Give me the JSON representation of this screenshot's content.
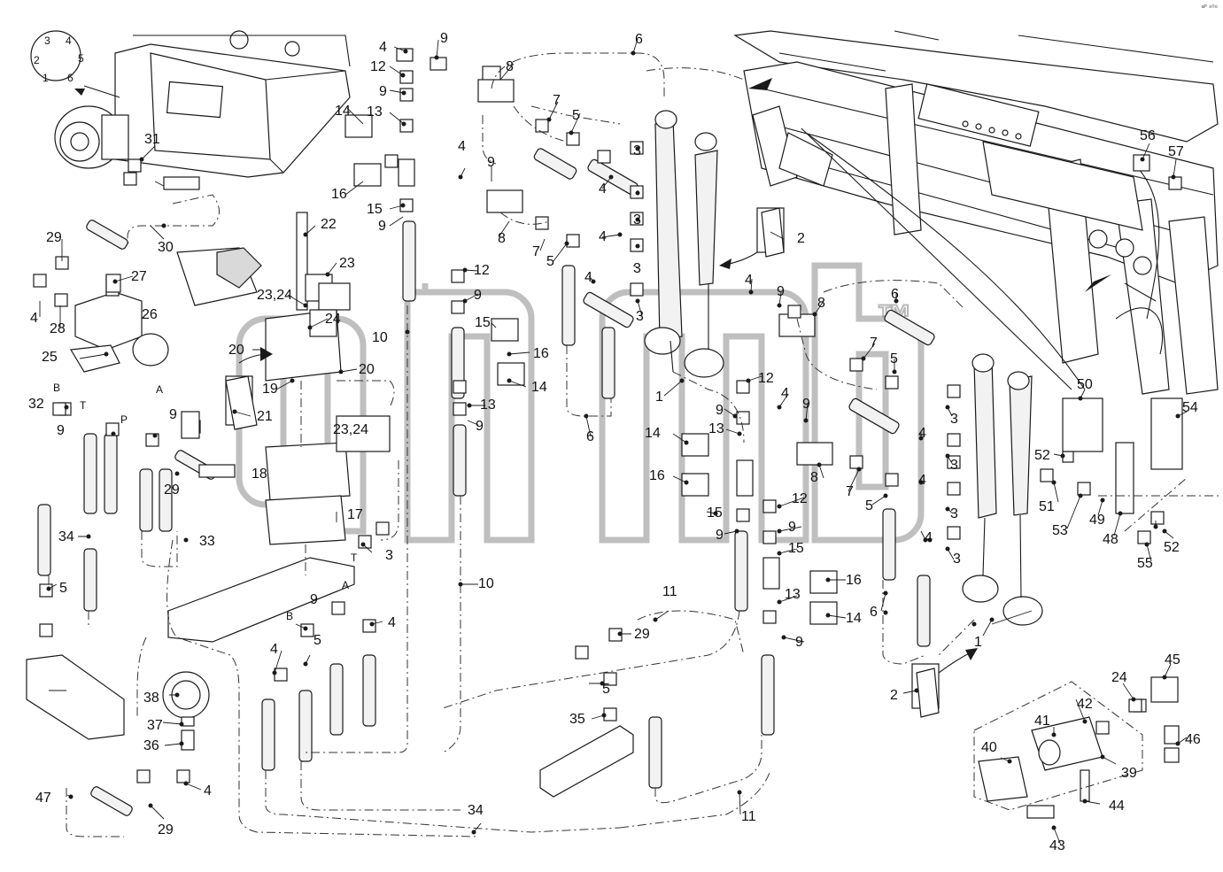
{
  "diagram": {
    "corner_mark": "ᵃᴾ ⁸⁰⁸",
    "watermark": "™",
    "connector_pins": [
      "1",
      "2",
      "3",
      "4",
      "5",
      "6"
    ],
    "port_labels": [
      "B",
      "T",
      "P",
      "A",
      "B",
      "A",
      "T"
    ],
    "callouts": [
      "1",
      "1",
      "1",
      "2",
      "2",
      "3",
      "3",
      "3",
      "3",
      "3",
      "3",
      "3",
      "3",
      "3",
      "4",
      "4",
      "4",
      "4",
      "4",
      "4",
      "4",
      "4",
      "4",
      "4",
      "4",
      "4",
      "4",
      "4",
      "5",
      "5",
      "5",
      "5",
      "5",
      "5",
      "5",
      "6",
      "6",
      "6",
      "6",
      "6",
      "7",
      "7",
      "7",
      "7",
      "8",
      "8",
      "8",
      "8",
      "9",
      "9",
      "9",
      "9",
      "9",
      "9",
      "9",
      "9",
      "9",
      "9",
      "9",
      "9",
      "9",
      "9",
      "9",
      "9",
      "10",
      "10",
      "11",
      "11",
      "12",
      "12",
      "12",
      "12",
      "13",
      "13",
      "13",
      "13",
      "14",
      "14",
      "14",
      "14",
      "15",
      "15",
      "15",
      "15",
      "16",
      "16",
      "16",
      "16",
      "17",
      "18",
      "19",
      "20",
      "20",
      "21",
      "22",
      "23",
      "23,24",
      "23,24",
      "24",
      "24",
      "25",
      "26",
      "27",
      "28",
      "29",
      "29",
      "29",
      "29",
      "30",
      "31",
      "32",
      "33",
      "34",
      "34",
      "35",
      "36",
      "37",
      "38",
      "39",
      "40",
      "41",
      "42",
      "43",
      "44",
      "45",
      "46",
      "47",
      "48",
      "49",
      "50",
      "51",
      "52",
      "52",
      "53",
      "54",
      "55",
      "56",
      "57"
    ]
  }
}
